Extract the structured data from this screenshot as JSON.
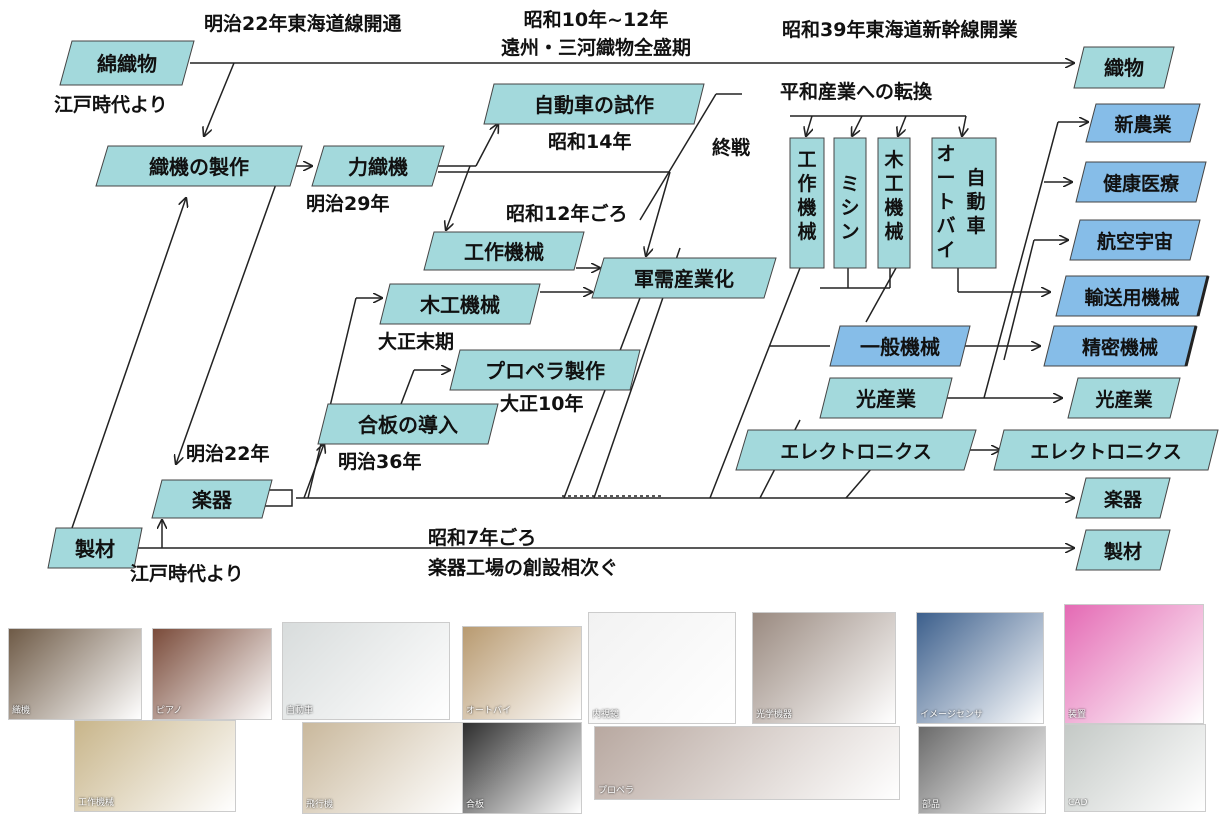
{
  "colors": {
    "node_fill": "#a3d9dc",
    "node_fill_dark": "#86bde8",
    "line": "#222222"
  },
  "nodes": {
    "menorimono": "綿織物",
    "orimono": "織物",
    "shokki": "織機の製作",
    "rikishokki": "力織機",
    "jidosha_shisaku": "自動車の試作",
    "kosaku_kikai": "工作機械",
    "gunju": "軍需産業化",
    "mokko_kikai": "木工機械",
    "propeller": "プロペラ製作",
    "gohan": "合板の導入",
    "gakki": "楽器",
    "seizai": "製材",
    "v_kosaku": "工作機械",
    "v_mishin": "ミシン",
    "v_mokko": "木工機械",
    "v_jidosha": "自動車",
    "v_autobai": "オートバイ",
    "ippan_kikai": "一般機械",
    "hikari": "光産業",
    "electronics_mid": "エレクトロニクス",
    "shin_nogyo": "新農業",
    "kenko": "健康医療",
    "koku": "航空宇宙",
    "yuso": "輸送用機械",
    "seimitsu": "精密機械",
    "hikari_r": "光産業",
    "electronics_r": "エレクトロニクス",
    "gakki_r": "楽器",
    "seizai_r": "製材"
  },
  "labels": {
    "edo1": "江戸時代より",
    "meiji22_tokaido": "明治22年東海道線開通",
    "showa10_12": "昭和10年~12年",
    "enshu_mikawa": "遠州・三河織物全盛期",
    "showa39": "昭和39年東海道新幹線開業",
    "heiwa": "平和産業への転換",
    "shusen": "終戦",
    "showa14": "昭和14年",
    "meiji29": "明治29年",
    "showa12": "昭和12年ごろ",
    "taisho_matsu": "大正末期",
    "taisho10": "大正10年",
    "meiji36": "明治36年",
    "meiji22": "明治22年",
    "edo2": "江戸時代より",
    "showa7": "昭和7年ごろ",
    "gakki_kojo": "楽器工場の創設相次ぐ"
  },
  "photos": [
    {
      "name": "loom-photo",
      "caption": "織機",
      "bg": "#6e5a46"
    },
    {
      "name": "piano-photo",
      "caption": "ピアノ",
      "bg": "#7a4b3a"
    },
    {
      "name": "car-photo",
      "caption": "自動車",
      "bg": "#d8dcdc"
    },
    {
      "name": "motorbike-photo",
      "caption": "オートバイ",
      "bg": "#b89a70"
    },
    {
      "name": "endoscope-photo",
      "caption": "内視鏡",
      "bg": "#f2f2f2"
    },
    {
      "name": "lens-photo",
      "caption": "光学機器",
      "bg": "#9a8a80"
    },
    {
      "name": "sensor-chip-photo",
      "caption": "イメージセンサ",
      "bg": "#3c5f8c"
    },
    {
      "name": "pink-device-photo",
      "caption": "装置",
      "bg": "#e46ab4"
    },
    {
      "name": "machine-tool-photo",
      "caption": "工作機械",
      "bg": "#c8b58a"
    },
    {
      "name": "airplane-photo",
      "caption": "飛行機",
      "bg": "#c9b89c"
    },
    {
      "name": "plywood-label-photo",
      "caption": "合板",
      "bg": "#2e2e2e"
    },
    {
      "name": "propeller-photo",
      "caption": "プロペラ",
      "bg": "#b8a8a0"
    },
    {
      "name": "impeller-photo",
      "caption": "部品",
      "bg": "#6a6a6a"
    },
    {
      "name": "cad-screen-photo",
      "caption": "CAD",
      "bg": "#c4c9c6"
    }
  ]
}
